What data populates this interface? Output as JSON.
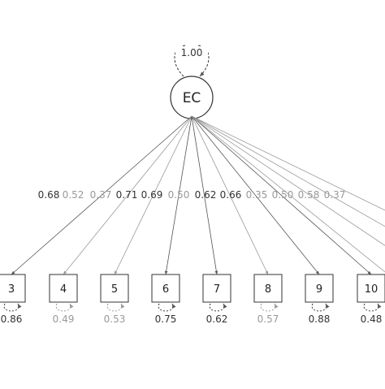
{
  "latent": {
    "label": "EC",
    "variance": "1.00"
  },
  "indicators": [
    {
      "label": "3",
      "loading": "0.68",
      "error": "0.86",
      "tone": "dark"
    },
    {
      "label": "4",
      "loading": "0.52",
      "error": "0.49",
      "tone": "grey"
    },
    {
      "label": "5",
      "loading": "0.37",
      "error": "0.53",
      "tone": "grey"
    },
    {
      "label": "6",
      "loading": "0.71",
      "error": "0.75",
      "tone": "dark"
    },
    {
      "label": "7",
      "loading": "0.69",
      "error": "0.62",
      "tone": "dark"
    },
    {
      "label": "8",
      "loading": "0.50",
      "error": "0.57",
      "tone": "grey"
    },
    {
      "label": "9",
      "loading": "0.62",
      "error": "0.88",
      "tone": "dark"
    },
    {
      "label": "10",
      "loading": "0.66",
      "error": "0.48",
      "tone": "dark"
    },
    {
      "label": "",
      "loading": "0.35",
      "error": "",
      "tone": "grey"
    },
    {
      "label": "",
      "loading": "0.50",
      "error": "",
      "tone": "grey"
    },
    {
      "label": "",
      "loading": "0.58",
      "error": "",
      "tone": "grey"
    },
    {
      "label": "",
      "loading": "0.37",
      "error": "",
      "tone": "grey"
    }
  ],
  "colors": {
    "dark": "#333333",
    "grey": "#999999",
    "line": "#555555"
  }
}
